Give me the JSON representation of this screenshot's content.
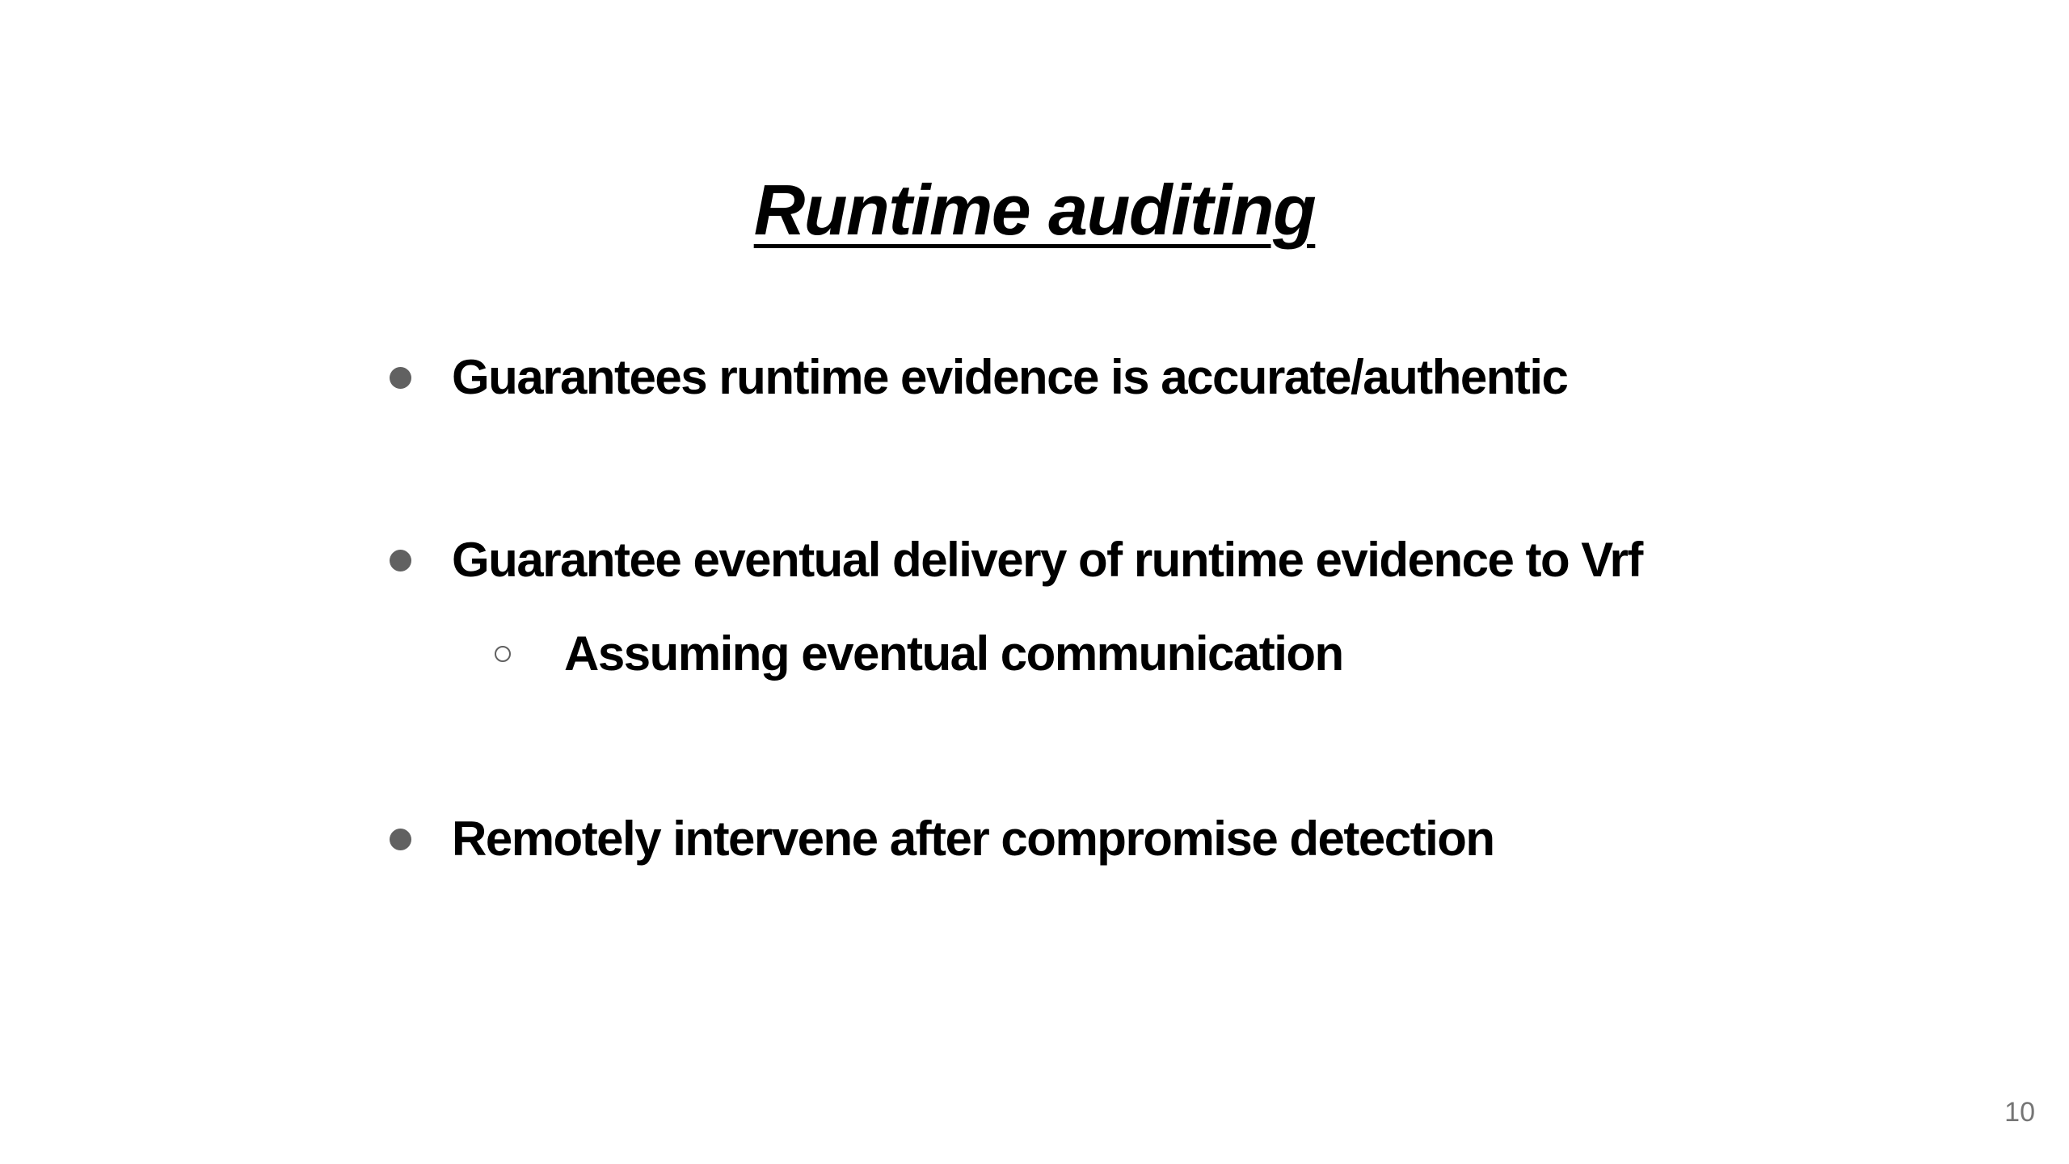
{
  "slide": {
    "title": "Runtime auditing",
    "bullets": [
      {
        "text": "Guarantees runtime evidence is accurate/authentic",
        "level": 1
      },
      {
        "text": "Guarantee eventual delivery of runtime evidence to Vrf",
        "level": 1
      },
      {
        "text": "Assuming eventual communication",
        "level": 2
      },
      {
        "text": "Remotely intervene after compromise detection",
        "level": 1
      }
    ],
    "page_number": "10"
  },
  "colors": {
    "background": "#ffffff",
    "text": "#000000",
    "bullet": "#616161",
    "page_number": "#757575"
  },
  "icons": {
    "level1_bullet": "filled-circle-bullet-icon",
    "level2_bullet": "hollow-circle-bullet-icon"
  }
}
